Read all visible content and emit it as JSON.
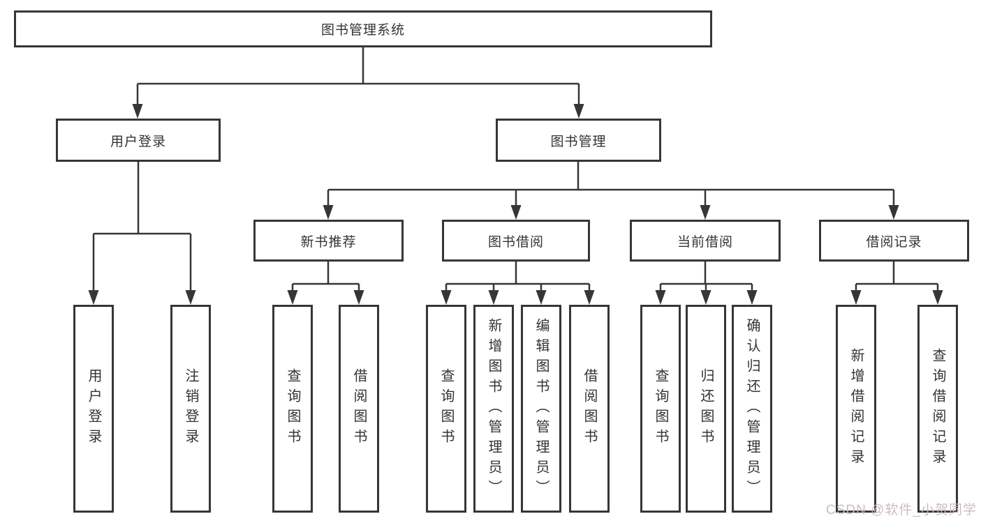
{
  "diagram": {
    "root_label": "图书管理系统",
    "branches": [
      {
        "label": "用户登录",
        "children": [
          {
            "label": "用户登录"
          },
          {
            "label": "注销登录"
          }
        ]
      },
      {
        "label": "图书管理",
        "children": [
          {
            "label": "新书推荐",
            "children": [
              {
                "label": "查询图书"
              },
              {
                "label": "借阅图书"
              }
            ]
          },
          {
            "label": "图书借阅",
            "children": [
              {
                "label": "查询图书"
              },
              {
                "label": "新增图书（管理员）"
              },
              {
                "label": "编辑图书（管理员）"
              },
              {
                "label": "借阅图书"
              }
            ]
          },
          {
            "label": "当前借阅",
            "children": [
              {
                "label": "查询图书"
              },
              {
                "label": "归还图书"
              },
              {
                "label": "确认归还（管理员）"
              }
            ]
          },
          {
            "label": "借阅记录",
            "children": [
              {
                "label": "新增借阅记录"
              },
              {
                "label": "查询借阅记录"
              }
            ]
          }
        ]
      }
    ]
  },
  "watermark": {
    "text": "CSDN @软件_小贺同学"
  },
  "colors": {
    "background": "#ffffff",
    "box_border": "#363636",
    "connector_line": "#363636",
    "text": "#333333",
    "watermark": "#cab8bb"
  }
}
